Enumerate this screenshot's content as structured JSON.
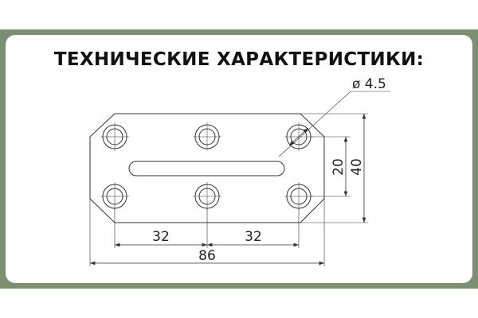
{
  "title": "ТЕХНИЧЕСКИЕ ХАРАКТЕРИСТИКИ:",
  "dimensions": {
    "hole_diameter": "ø 4.5",
    "hole_spacing_left": "32",
    "hole_spacing_right": "32",
    "total_length": "86",
    "hole_row_spacing": "20",
    "total_width": "40"
  },
  "colors": {
    "frame": "#7a9070",
    "line": "#333333"
  }
}
